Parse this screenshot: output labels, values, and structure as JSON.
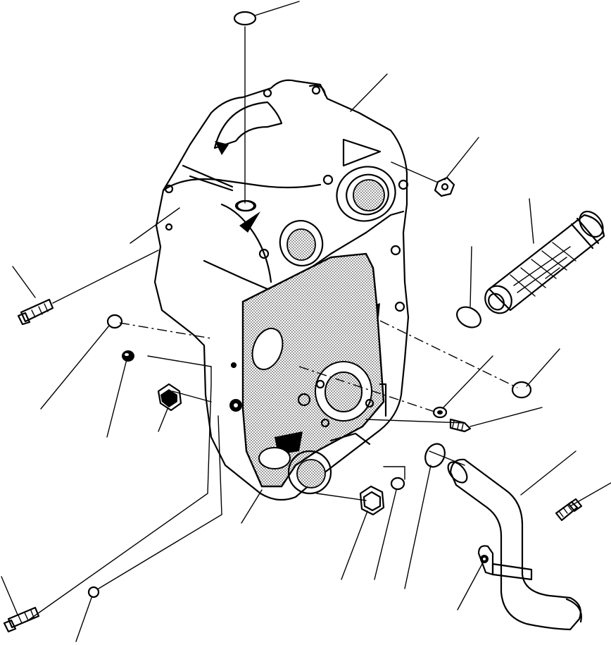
{
  "figure": {
    "background": "#ffffff",
    "ink": "#000000",
    "screen_tone": "#9a9a9a"
  },
  "parts": [
    {
      "id": "oring-top"
    },
    {
      "id": "rear-case-cover"
    },
    {
      "id": "cover-bolt-left"
    },
    {
      "id": "nut-upper-right"
    },
    {
      "id": "strainer"
    },
    {
      "id": "strainer-oring"
    },
    {
      "id": "oring-left"
    },
    {
      "id": "small-plug"
    },
    {
      "id": "drain-plug-left"
    },
    {
      "id": "gasket"
    },
    {
      "id": "small-dot"
    },
    {
      "id": "plug-center"
    },
    {
      "id": "oring-right-mid"
    },
    {
      "id": "washer-right"
    },
    {
      "id": "bolt-right"
    },
    {
      "id": "oring-lower"
    },
    {
      "id": "drain-plug-bottom"
    },
    {
      "id": "ball-bottom"
    },
    {
      "id": "hose-pipe"
    },
    {
      "id": "bolt-far-right"
    },
    {
      "id": "clamp"
    },
    {
      "id": "bolt-bottom-left"
    },
    {
      "id": "ball-lower-left"
    }
  ]
}
